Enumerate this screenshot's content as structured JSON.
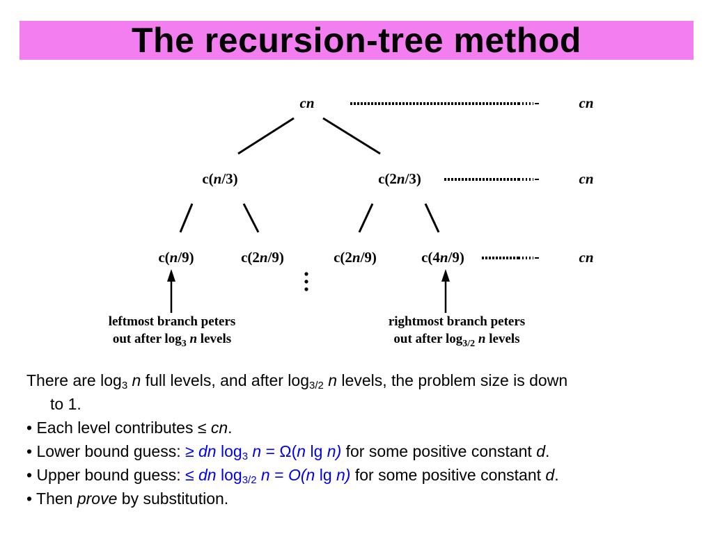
{
  "slide": {
    "title": "The recursion-tree method",
    "accent_color": "#f27ef0"
  },
  "tree": {
    "root": "cn",
    "level1": [
      {
        "pre": "c(",
        "it": "n",
        "post": "/3)"
      },
      {
        "pre": "c(2",
        "it": "n",
        "post": "/3)"
      }
    ],
    "level2": [
      {
        "pre": "c(",
        "it": "n",
        "post": "/9)"
      },
      {
        "pre": "c(2",
        "it": "n",
        "post": "/9)"
      },
      {
        "pre": "c(2",
        "it": "n",
        "post": "/9)"
      },
      {
        "pre": "c(4",
        "it": "n",
        "post": "/9)"
      }
    ],
    "level_costs": [
      "cn",
      "cn",
      "cn"
    ],
    "vdots": "⋮",
    "left_caption": {
      "line1": "leftmost branch peters",
      "line2_pre": "out after log",
      "line2_sub": "3",
      "line2_it": "n",
      "line2_post": "levels"
    },
    "right_caption": {
      "line1": "rightmost branch peters",
      "line2_pre": "out after log",
      "line2_sub": "3/2",
      "line2_it": "n",
      "line2_post": "levels"
    }
  },
  "text": {
    "p1": {
      "a": "There are log",
      "sub1": "3",
      "n1": "n",
      "b": "full levels, and after log",
      "sub2": "3/2",
      "n2": "n",
      "c": "levels, the problem size is down",
      "d": "to 1."
    },
    "b1": {
      "pre": "• Each level contributes ≤ ",
      "it": "cn",
      "post": "."
    },
    "b2": {
      "pre": "• Lower bound guess: ",
      "blue1": "≥ ",
      "dn": "dn",
      "log": " log",
      "sub": "3",
      "n": " n",
      "eq": " = Ω(",
      "n2": "n",
      "lg": " lg ",
      "n3": "n)",
      "post": " for some positive constant ",
      "d": "d",
      "end": "."
    },
    "b3": {
      "pre": "• Upper bound guess: ",
      "blue1": "≤ ",
      "dn": "dn",
      "log": " log",
      "sub": "3/2",
      "n": " n",
      "eq": " = ",
      "O": "O(",
      "n2": "n",
      "lg": " lg ",
      "n3": "n)",
      "post": " for some positive constant ",
      "d": "d",
      "end": "."
    },
    "b4": {
      "pre": "• Then ",
      "it": "prove",
      "post": " by substitution."
    }
  }
}
